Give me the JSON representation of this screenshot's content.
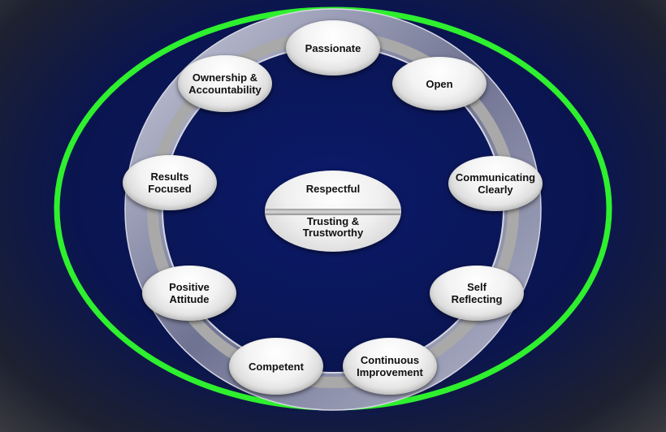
{
  "colors": {
    "outer_ring": "#2ef02e",
    "background": "#0a1550",
    "band": "#8a8ea8"
  },
  "center": {
    "top_label": "Respectful",
    "bottom_label": "Trusting &\nTrustworthy"
  },
  "nodes": [
    {
      "id": "passionate",
      "label": "Passionate"
    },
    {
      "id": "open",
      "label": "Open"
    },
    {
      "id": "communicating-clearly",
      "label": "Communicating\nClearly"
    },
    {
      "id": "self-reflecting",
      "label": "Self\nReflecting"
    },
    {
      "id": "continuous-improvement",
      "label": "Continuous\nImprovement"
    },
    {
      "id": "competent",
      "label": "Competent"
    },
    {
      "id": "positive-attitude",
      "label": "Positive\nAttitude"
    },
    {
      "id": "results-focused",
      "label": "Results\nFocused"
    },
    {
      "id": "ownership-accountability",
      "label": "Ownership &\nAccountability"
    }
  ]
}
